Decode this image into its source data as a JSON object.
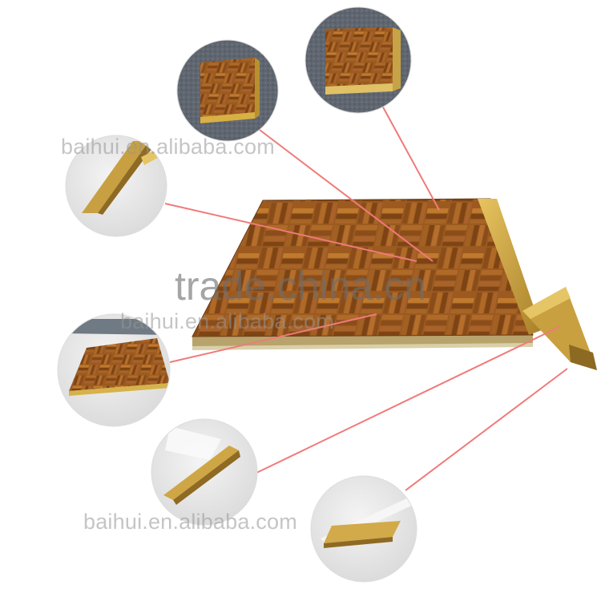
{
  "watermarks": {
    "top_small": "baihui.en.alibaba.com",
    "center_big": "trade.china.cn",
    "center_small": "baihui.en.alibaba.com",
    "bottom_small": "baihui.en.alibaba.com"
  },
  "colors": {
    "leader_line": "#f07a7a",
    "wood_dark": "#8a4d18",
    "wood_light": "#c07a2c",
    "aluminum_trim": "#d8b043",
    "carpet": "#5f6670",
    "sheet": "#eeeeee"
  }
}
